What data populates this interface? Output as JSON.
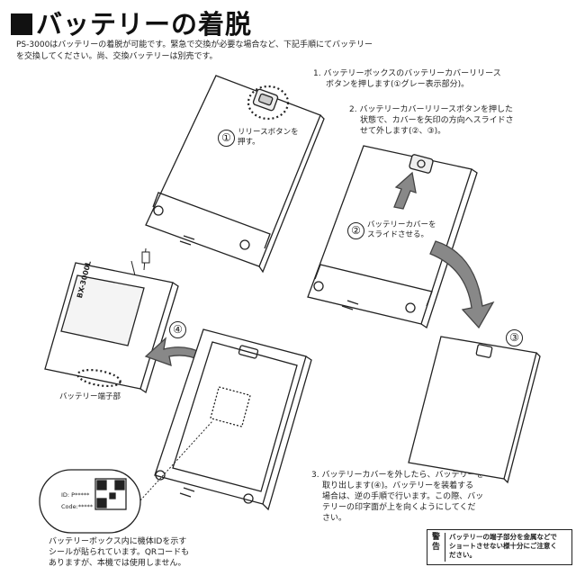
{
  "title": "■バッテリーの着脱",
  "intro": [
    "PS-3000はバッテリーの着脱が可能です。緊急で交換が必要な場合など、下記手順にてバッテリー",
    "を交換してください。尚、交換バッテリーは別売です。"
  ],
  "steps": {
    "step1": [
      "1. バッテリーボックスのバッテリーカバーリリース",
      "ボタンを押します(①グレー表示部分)。"
    ],
    "step2": [
      "2. バッテリーカバーリリースボタンを押した",
      "状態で、カバーを矢印の方向へスライドさ",
      "せて外します(②、③)。"
    ],
    "step3": [
      "3. バッテリーカバーを外したら、バッテリーを",
      "取り出します(④)。バッテリーを装着する",
      "場合は、逆の手順で行います。この際、バッ",
      "テリーの印字面が上を向くようにしてくだ",
      "さい。"
    ]
  },
  "markers": {
    "m1": "①",
    "m2": "②",
    "m3": "③",
    "m4": "④"
  },
  "labels": {
    "release_button": [
      "リリースボタンを",
      "押す。"
    ],
    "battery_cover": [
      "バッテリーカバーを",
      "スライドさせる。"
    ],
    "battery_terminal": "バッテリー端子部",
    "battery_model": "BX-3000L"
  },
  "qr_note": [
    "バッテリーボックス内に機体IDを示す",
    "シールが貼られています。QRコードも",
    "ありますが、本機では使用しません。"
  ],
  "qr_card": {
    "id_line": "ID: P*****",
    "code_line": "Code:*****"
  },
  "warning": {
    "heading": "警告",
    "body": [
      "バッテリーの端子部分を金属などで",
      "ショートさせない様十分にご注意く",
      "ださい。"
    ]
  },
  "colors": {
    "ink": "#222222",
    "arrow": "#444444",
    "fill": "#f4f4f4"
  }
}
